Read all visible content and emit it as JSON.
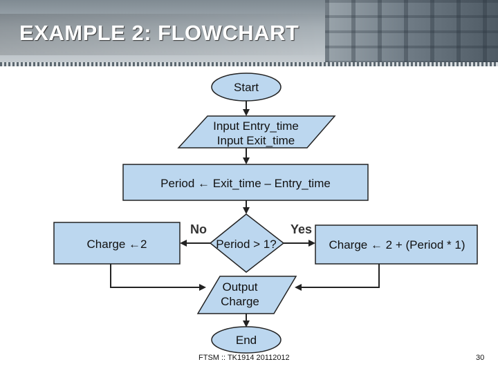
{
  "slide": {
    "title": "EXAMPLE 2: FLOWCHART",
    "footer": "FTSM :: TK1914 20112012",
    "page_number": "30"
  },
  "flowchart": {
    "start": "Start",
    "input_line1": "Input Entry_time",
    "input_line2": "Input Exit_time",
    "process_period": "Period ← Exit_time – Entry_time",
    "decision": "Period > 1?",
    "label_no": "No",
    "label_yes": "Yes",
    "charge_fixed": "Charge ←2",
    "charge_formula": "Charge ← 2 + (Period * 1)",
    "output_line1": "Output",
    "output_line2": "Charge",
    "end": "End"
  },
  "colors": {
    "shape_fill": "#bcd7ef",
    "shape_stroke": "#222222",
    "title_text": "#ffffff"
  }
}
